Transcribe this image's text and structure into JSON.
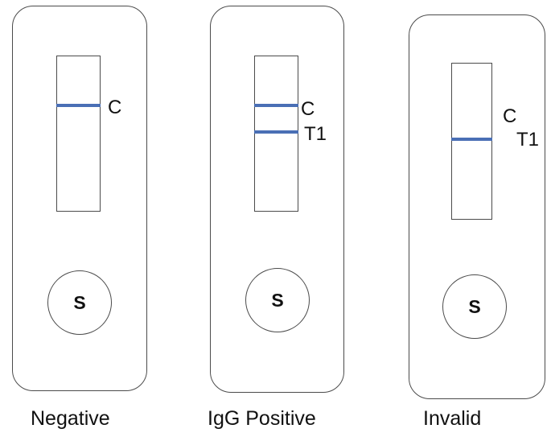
{
  "cassettes": [
    {
      "line_labels": {
        "control": "C"
      },
      "well_label": "S",
      "caption": "Negative"
    },
    {
      "line_labels": {
        "control": "C",
        "test": "T1"
      },
      "well_label": "S",
      "caption": "IgG Positive"
    },
    {
      "line_labels": {
        "control": "C",
        "test": "T1"
      },
      "well_label": "S",
      "caption": "Invalid"
    }
  ],
  "colors": {
    "band": "#4a6fb5",
    "outline": "#4b4b4b"
  }
}
